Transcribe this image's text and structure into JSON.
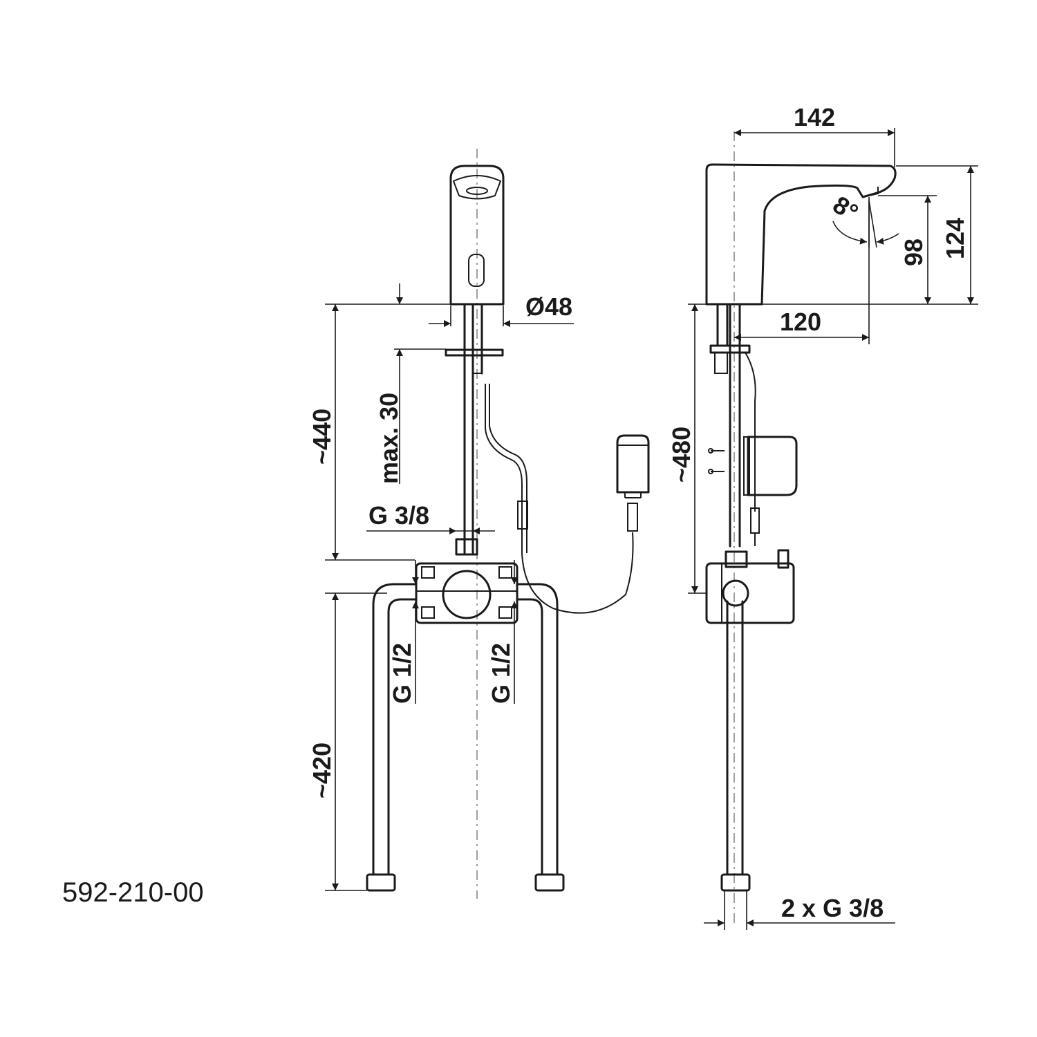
{
  "product_code": "592-210-00",
  "front_view": {
    "diameter": "Ø48",
    "max_thickness": "max. 30",
    "height_upper": "~440",
    "height_lower": "~420",
    "thread_top": "G 3/8",
    "thread_left": "G 1/2",
    "thread_right": "G 1/2"
  },
  "side_view": {
    "spout_length": "142",
    "spout_reach": "120",
    "height_total": "124",
    "height_outlet": "98",
    "angle": "8°",
    "height_below": "~480",
    "connections": "2 x G 3/8"
  }
}
